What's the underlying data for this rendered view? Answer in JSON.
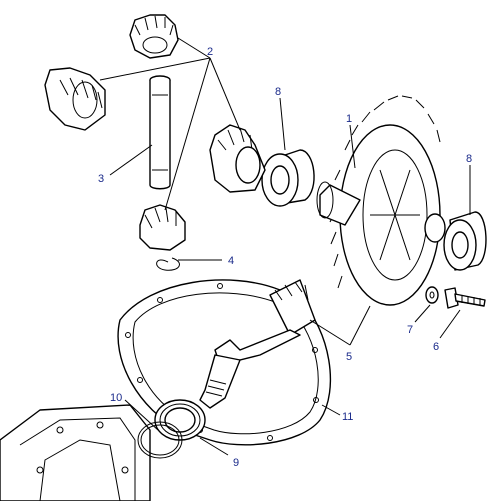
{
  "callouts": [
    {
      "id": "1",
      "label": "1"
    },
    {
      "id": "2",
      "label": "2"
    },
    {
      "id": "3",
      "label": "3"
    },
    {
      "id": "4",
      "label": "4"
    },
    {
      "id": "5",
      "label": "5"
    },
    {
      "id": "6",
      "label": "6"
    },
    {
      "id": "7",
      "label": "7"
    },
    {
      "id": "8a",
      "label": "8"
    },
    {
      "id": "8b",
      "label": "8"
    },
    {
      "id": "9",
      "label": "9"
    },
    {
      "id": "10",
      "label": "10"
    },
    {
      "id": "11",
      "label": "11"
    }
  ],
  "colors": {
    "line": "#000000",
    "callout_text": "#1a2a8a",
    "background": "#ffffff"
  }
}
